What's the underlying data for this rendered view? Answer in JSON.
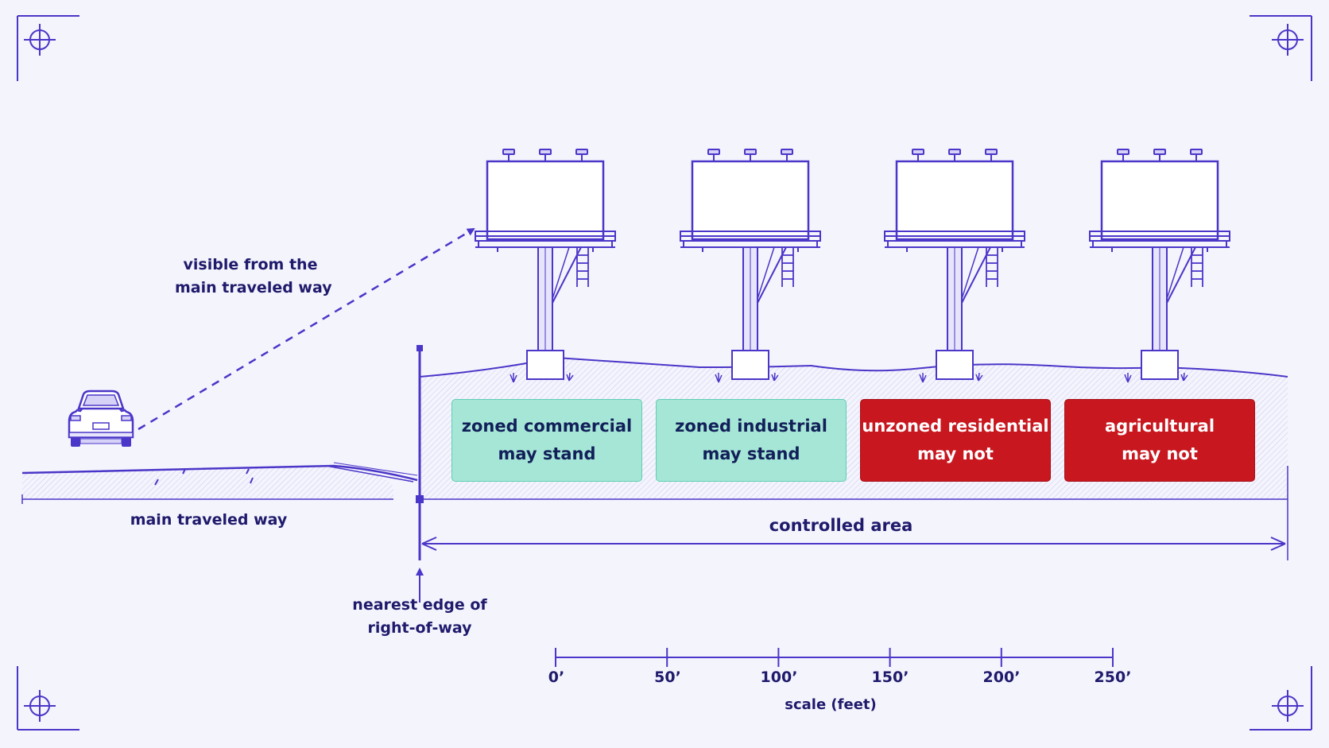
{
  "labels": {
    "visible_line1": "visible from the",
    "visible_line2": "main traveled way",
    "main_traveled_way": "main traveled way",
    "nearest_edge_line1": "nearest edge of",
    "nearest_edge_line2": "right-of-way",
    "controlled_area": "controlled area"
  },
  "zones": [
    {
      "line1": "zoned commercial",
      "line2": "may stand",
      "status": "allowed"
    },
    {
      "line1": "zoned industrial",
      "line2": "may stand",
      "status": "allowed"
    },
    {
      "line1": "unzoned residential",
      "line2": "may not",
      "status": "prohibited"
    },
    {
      "line1": "agricultural",
      "line2": "may not",
      "status": "prohibited"
    }
  ],
  "scale": {
    "ticks": [
      "0’",
      "50’",
      "100’",
      "150’",
      "200’",
      "250’"
    ],
    "label": "scale (feet)"
  },
  "colors": {
    "ink": "#4a36c8",
    "text": "#1f1a6b",
    "allowed": "#a6e6d6",
    "prohibited": "#c8171f",
    "background": "#f4f4fd"
  },
  "icons": [
    "crosshair-icon",
    "car-icon",
    "billboard-icon"
  ]
}
